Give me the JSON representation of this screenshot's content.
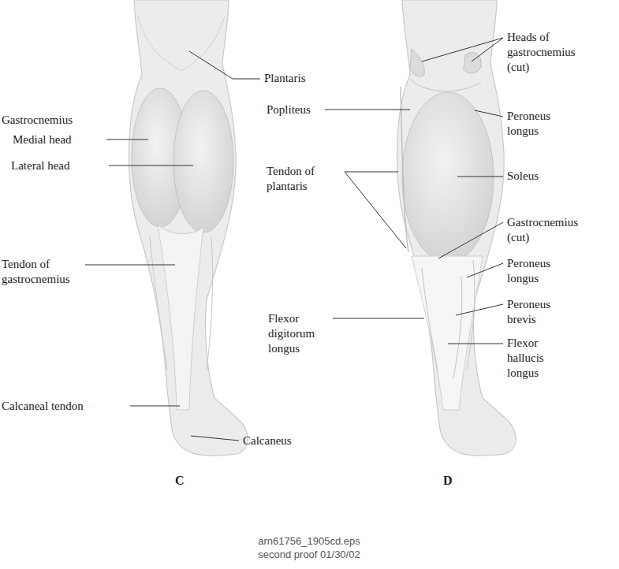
{
  "diagram": {
    "labels": [
      "Gastrocnemius",
      "Medial head",
      "Lateral head",
      "Tendon of gastrocnemius",
      "Calcaneal tendon",
      "Calcaneus",
      "C",
      "Plantaris",
      "Popliteus",
      "Tendon of plantaris",
      "Flexor digitorum longus",
      "Heads of gastrocnemius (cut)",
      "Peroneus longus",
      "Soleus",
      "Gastrocnemius (cut)",
      "Peroneus longus",
      "Peroneus brevis",
      "Flexor hallucis longus",
      "D",
      "arn61756_1905cd.eps",
      "second proof 01/30/02"
    ]
  }
}
